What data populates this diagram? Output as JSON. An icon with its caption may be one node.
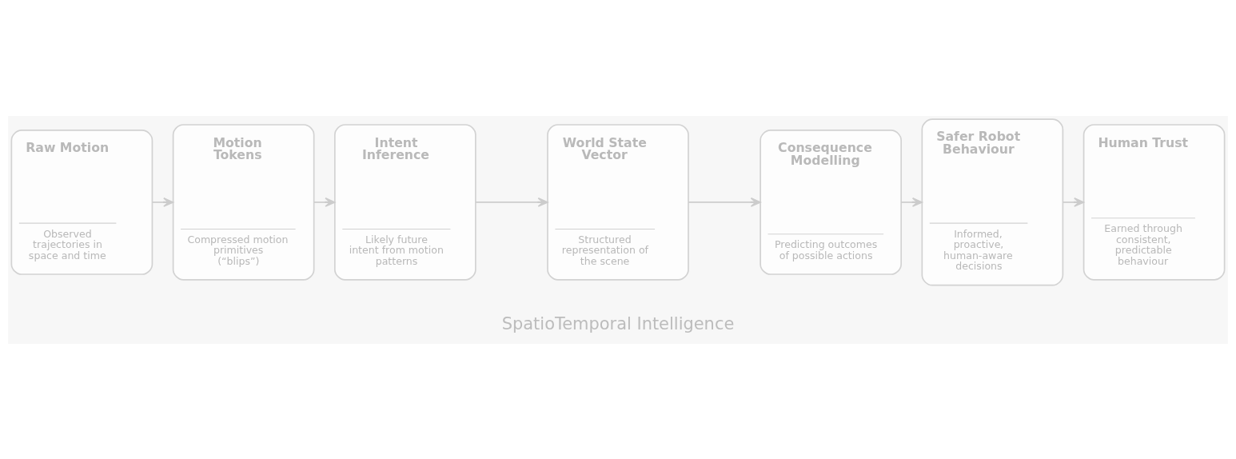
{
  "diagram": {
    "nodes": [
      {
        "text": [
          "Raw Motion",
          "Observed trajectories in space and time"
        ]
      },
      {
        "text": [
          "Motion Tokens",
          "Compressed motion primitives (“blips”)"
        ]
      },
      {
        "text": [
          "Intent Inference",
          "Likely future intent from motion patterns"
        ]
      },
      {
        "text": [
          "World State Vector",
          "Structured representation of the scene"
        ]
      },
      {
        "text": [
          "Consequence Modelling",
          "Predicting outcomes of possible actions"
        ]
      },
      {
        "text": [
          "Safer Robot Behaviour",
          "Informed, proactive, human-aware decisions"
        ]
      },
      {
        "text": [
          "Human Trust",
          "Earned through consistent, predictable behaviour"
        ]
      }
    ],
    "edges": [
      {
        "from": 0,
        "to": 1,
        "arrow": "to"
      },
      {
        "from": 1,
        "to": 2,
        "arrow": "to"
      },
      {
        "from": 2,
        "to": 3,
        "arrow": "to"
      },
      {
        "from": 3,
        "to": 4,
        "arrow": "to"
      },
      {
        "from": 4,
        "to": 5,
        "arrow": "to"
      },
      {
        "from": 5,
        "to": 6,
        "arrow": "to"
      }
    ],
    "labels": [
      "SpatioTemporal Intelligence"
    ]
  }
}
